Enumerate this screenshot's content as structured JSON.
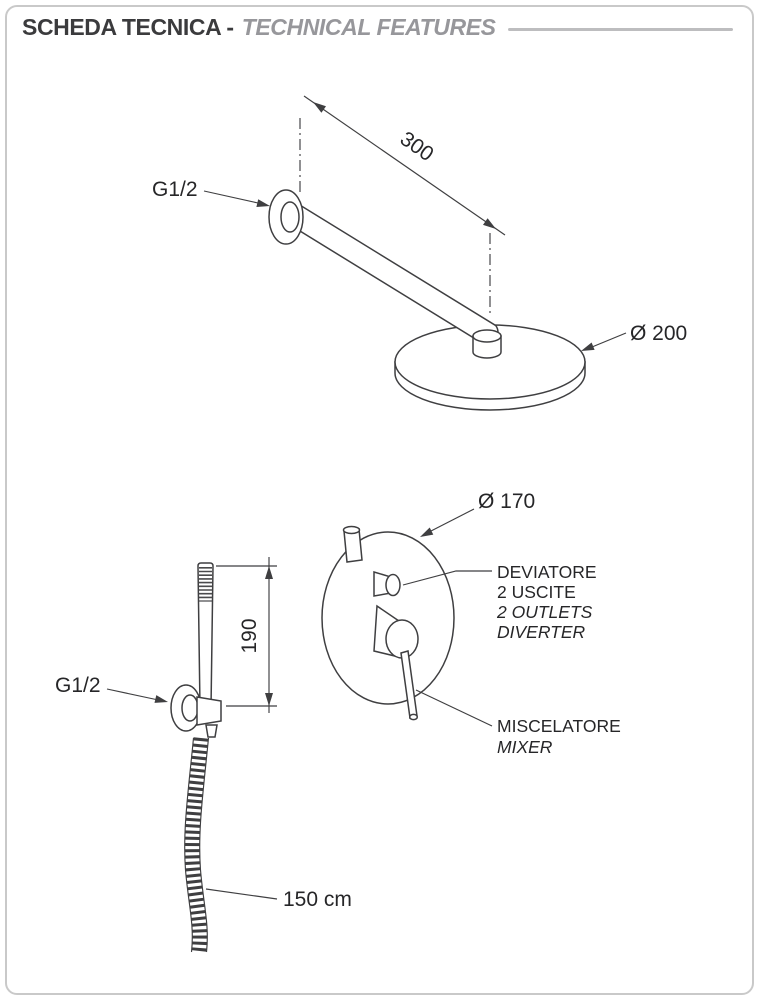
{
  "header": {
    "title": "SCHEDA TECNICA -",
    "subtitle": "TECHNICAL FEATURES"
  },
  "colors": {
    "line": "#3f3f41",
    "header_dark": "#3b3b3d",
    "header_gray": "#97979b",
    "border": "#c9c9c9"
  },
  "top_drawing": {
    "dim_length": "300",
    "thread_label": "G1/2",
    "diameter_label": "Ø 200"
  },
  "hand_shower": {
    "thread_label": "G1/2",
    "dim_height": "190",
    "hose_length": "150 cm"
  },
  "mixer": {
    "diameter_label": "Ø 170",
    "diverter_label_lines": [
      "DEVIATORE",
      "2 USCITE",
      "2 OUTLETS",
      "DIVERTER"
    ],
    "mixer_label_lines": [
      "MISCELATORE",
      "MIXER"
    ]
  }
}
